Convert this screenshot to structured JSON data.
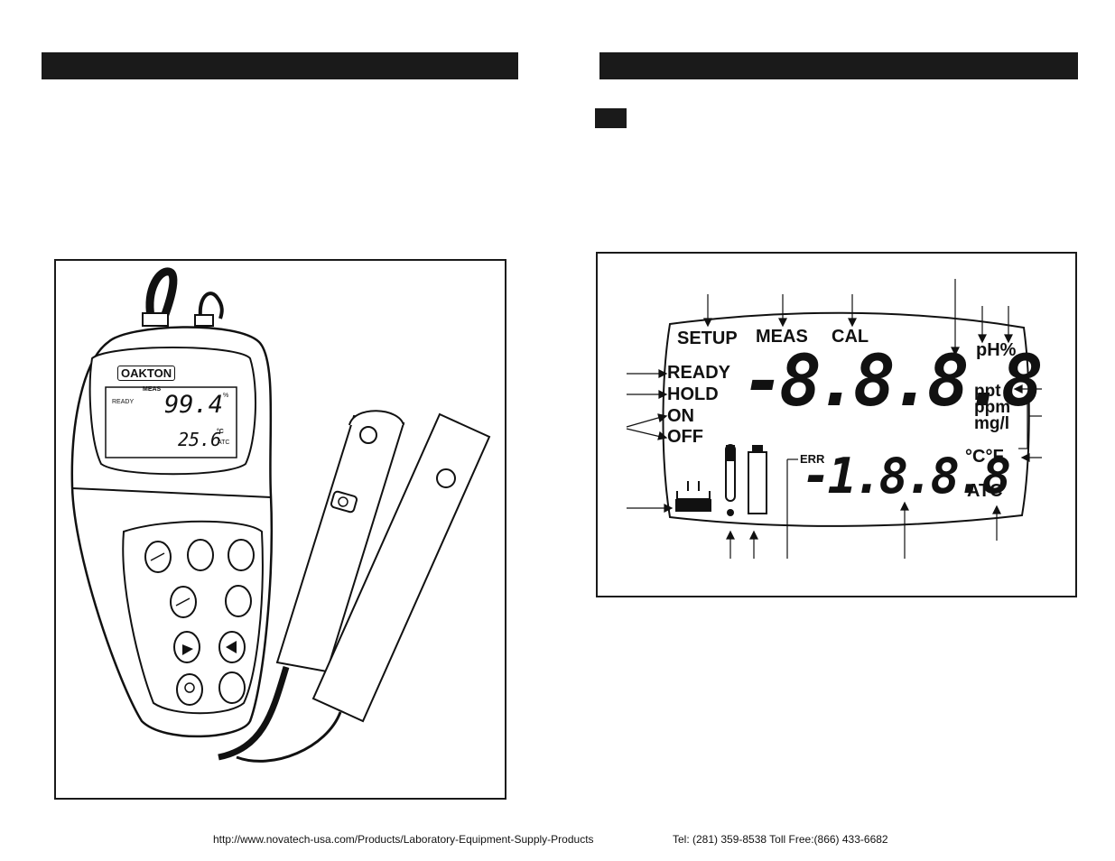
{
  "meter": {
    "brand": "OAKTON",
    "lcd": {
      "mode": "MEAS",
      "status": "READY",
      "primary_value": "99.4",
      "primary_unit": "%",
      "secondary_value": "25.6",
      "temp_unit": "°C",
      "atc": "ATC"
    }
  },
  "lcd_diagram": {
    "labels": {
      "setup": "SETUP",
      "meas": "MEAS",
      "cal": "CAL",
      "ph_percent": "pH%",
      "ready": "READY",
      "hold": "HOLD",
      "on": "ON",
      "off": "OFF",
      "ppt": "ppt",
      "ppm": "ppm",
      "mgl": "mg/l",
      "err": "ERR",
      "temp_units": "°C°F",
      "atc": "ATC"
    },
    "primary_segments": "-8.8.8.8",
    "secondary_segments": "-1.8.8.8"
  },
  "footer": {
    "url": "http://www.novatech-usa.com/Products/Laboratory-Equipment-Supply-Products",
    "phone": "Tel: (281) 359-8538  Toll Free:(866) 433-6682"
  }
}
